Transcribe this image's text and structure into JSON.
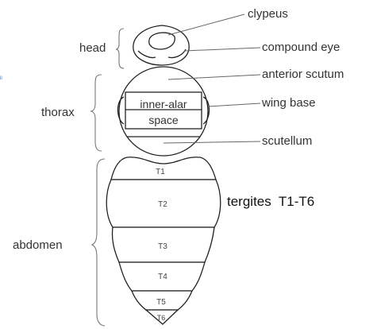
{
  "labels": {
    "clypeus": "clypeus",
    "compound_eye": "compound eye",
    "anterior_scutum": "anterior scutum",
    "wing_base": "wing base",
    "scutellum": "scutellum",
    "tergites": "tergites  T1-T6",
    "head": "head",
    "thorax": "thorax",
    "abdomen": "abdomen",
    "inner_alar_space_1": "inner-alar",
    "inner_alar_space_2": "space",
    "margin_mark": "li"
  },
  "segments": [
    "T1",
    "T2",
    "T3",
    "T4",
    "T5",
    "T6"
  ],
  "colors": {
    "line": "#222222",
    "leader": "#666666",
    "text": "#333333",
    "background": "#ffffff"
  }
}
